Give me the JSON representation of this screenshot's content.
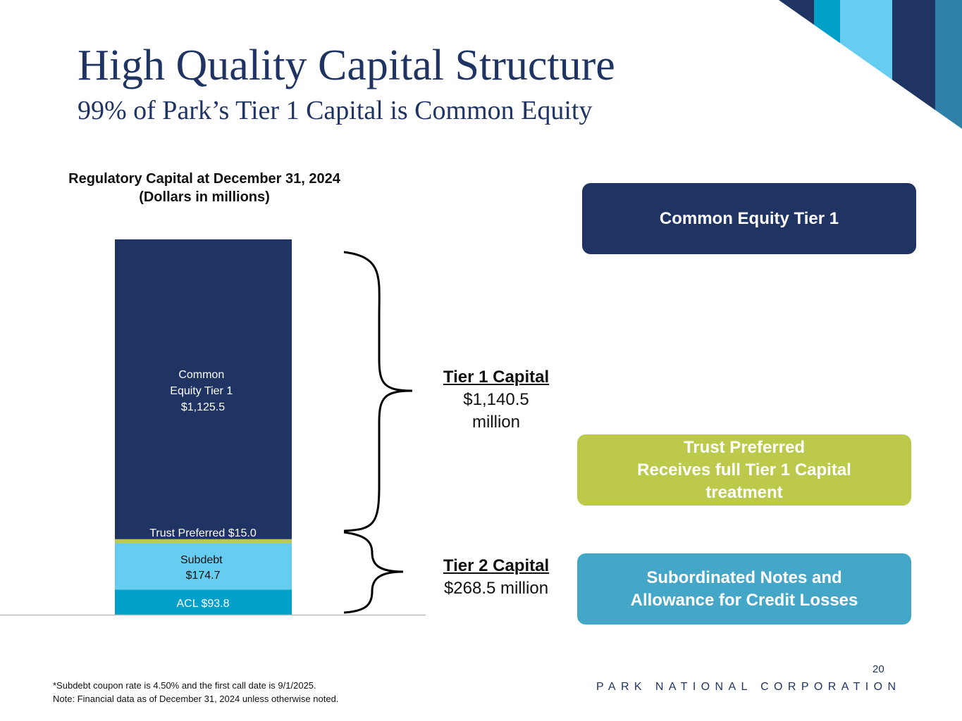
{
  "title": "High Quality Capital Structure",
  "subtitle": "99% of Park’s Tier 1 Capital is Common Equity",
  "chart_data": {
    "type": "bar",
    "stacked": true,
    "title": "Regulatory Capital at December 31, 2024",
    "subtitle": "(Dollars in millions)",
    "categories": [
      "Regulatory Capital"
    ],
    "series": [
      {
        "name": "ACL",
        "values": [
          93.8
        ],
        "label": "ACL $93.8",
        "color": "#00a0c8"
      },
      {
        "name": "Subdebt",
        "values": [
          174.7
        ],
        "label_line1": "Subdebt",
        "label_line2": "$174.7",
        "color": "#66cdf1"
      },
      {
        "name": "Trust Preferred",
        "values": [
          15.0
        ],
        "label": "Trust Preferred $15.0",
        "color": "#bcc94a"
      },
      {
        "name": "Common Equity Tier 1",
        "values": [
          1125.5
        ],
        "label_line1": "Common",
        "label_line2": "Equity Tier 1",
        "label_line3": "$1,125.5",
        "color": "#1f3462"
      }
    ],
    "ylim": [
      0,
      1409
    ]
  },
  "tier1": {
    "heading": "Tier 1 Capital",
    "value": "$1,140.5",
    "unit": "million"
  },
  "tier2": {
    "heading": "Tier 2 Capital",
    "value": "$268.5 million"
  },
  "boxes": {
    "cet1": {
      "text": "Common Equity Tier 1",
      "color": "#1f3462"
    },
    "trust": {
      "line1": "Trust Preferred",
      "line2": "Receives full Tier 1 Capital",
      "line3": "treatment",
      "color": "#bcc94a"
    },
    "sub": {
      "line1": "Subordinated Notes and",
      "line2": "Allowance for Credit Losses",
      "color": "#44a7c8"
    }
  },
  "footnote1": "*Subdebt coupon rate is 4.50% and the first call date is 9/1/2025.",
  "footnote2": "Note: Financial data as of December 31, 2024 unless otherwise noted.",
  "page_number": "20",
  "company": "PARK NATIONAL CORPORATION"
}
